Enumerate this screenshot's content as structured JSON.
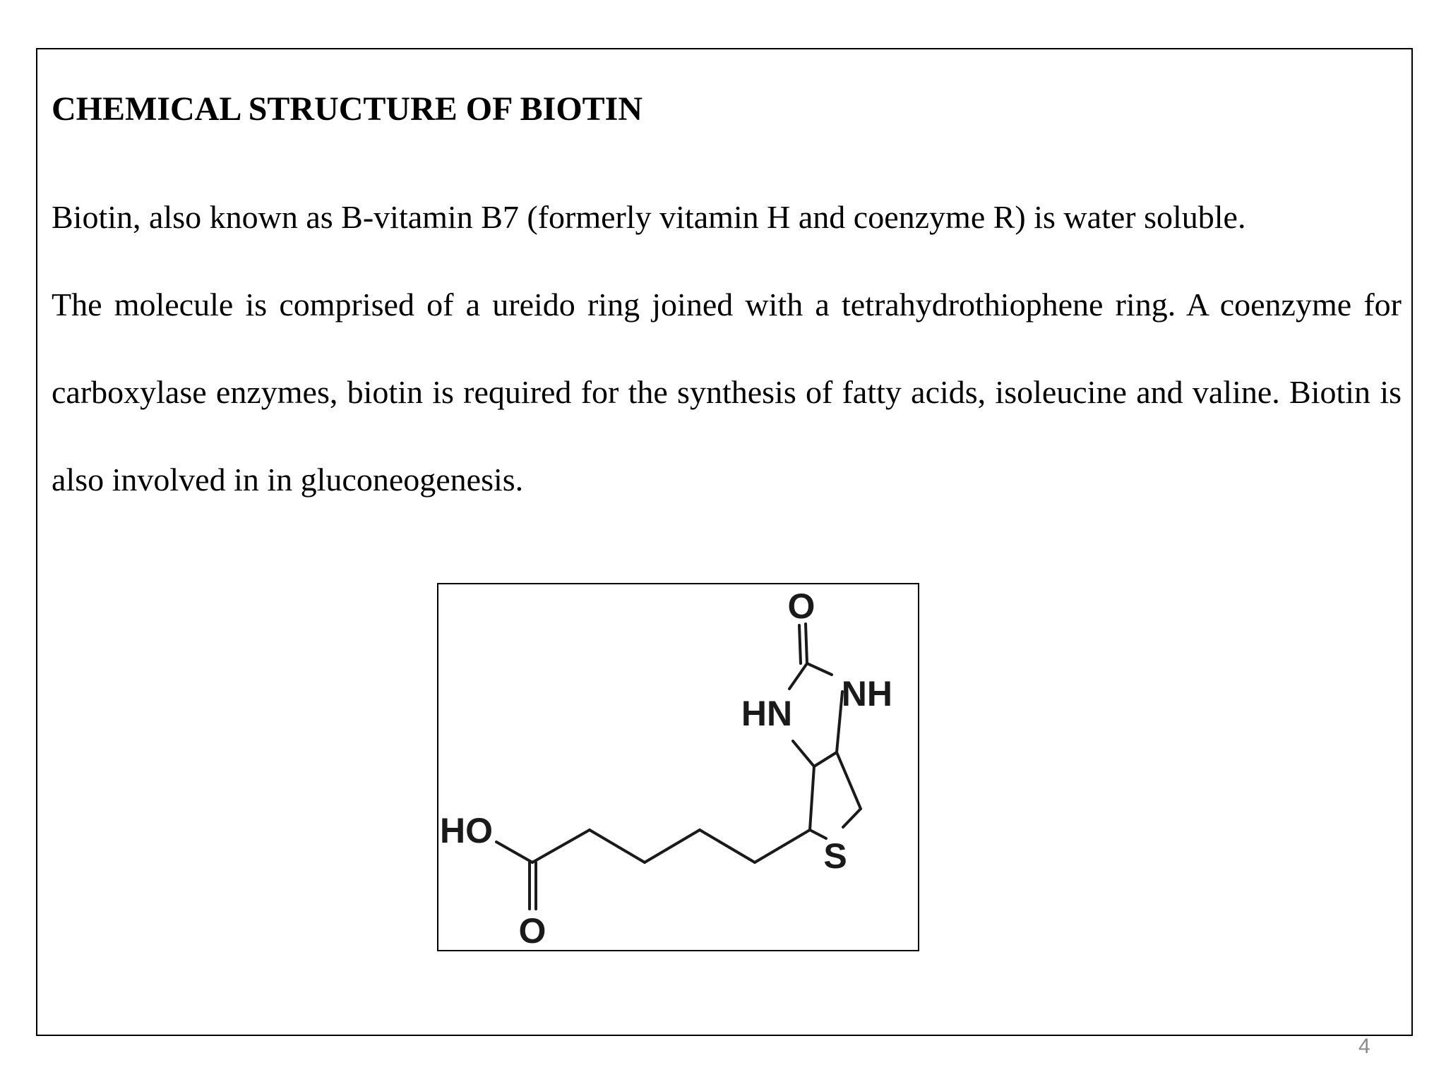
{
  "slide": {
    "title": "CHEMICAL STRUCTURE OF BIOTIN",
    "paragraphs": [
      "Biotin, also known as B-vitamin B7 (formerly vitamin H and coenzyme R) is water soluble.",
      "The molecule is comprised of a ureido ring joined with a tetrahydrothiophene ring. A coenzyme for carboxylase enzymes, biotin is required for the synthesis of fatty acids, isoleucine and valine. Biotin is also involved in in gluconeogenesis."
    ],
    "page_number": "4"
  },
  "structure": {
    "atoms": {
      "ureido_oxygen": "O",
      "left_nitrogen": "HN",
      "right_nitrogen": "NH",
      "hydroxyl": "HO",
      "sulfur": "S",
      "carbonyl_oxygen": "O"
    },
    "line_color": "#1a1a1a"
  }
}
